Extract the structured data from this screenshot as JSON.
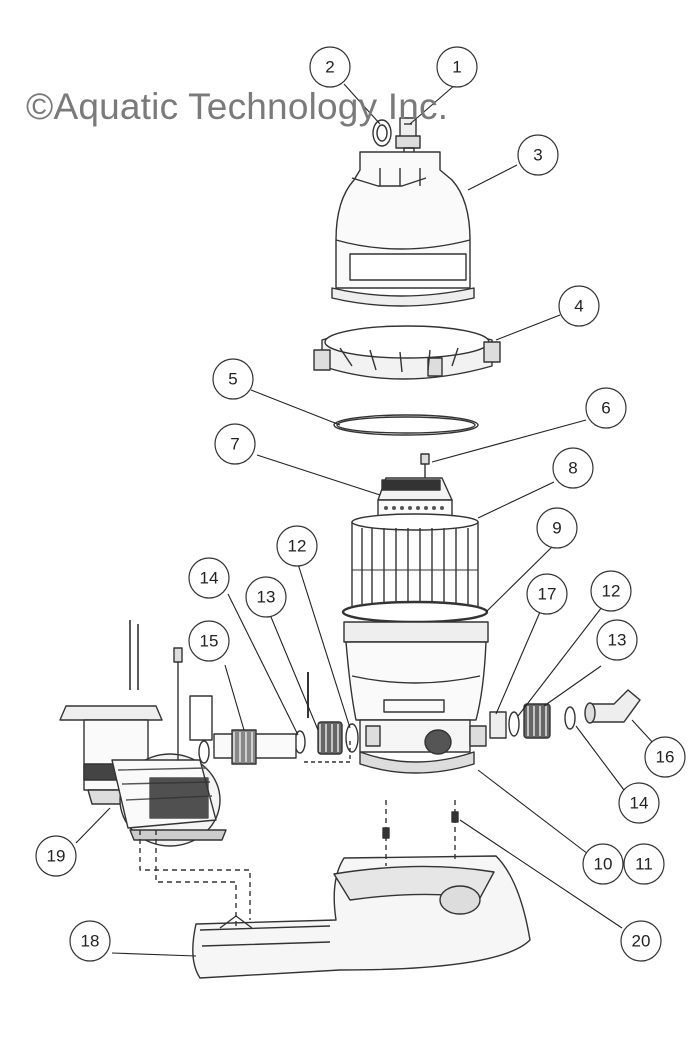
{
  "watermark": "©Aquatic Technology Inc.",
  "callouts": [
    {
      "id": "c1",
      "label": "1"
    },
    {
      "id": "c2",
      "label": "2"
    },
    {
      "id": "c3",
      "label": "3"
    },
    {
      "id": "c4",
      "label": "4"
    },
    {
      "id": "c5",
      "label": "5"
    },
    {
      "id": "c6",
      "label": "6"
    },
    {
      "id": "c7",
      "label": "7"
    },
    {
      "id": "c8",
      "label": "8"
    },
    {
      "id": "c9",
      "label": "9"
    },
    {
      "id": "c10",
      "label": "10"
    },
    {
      "id": "c11",
      "label": "11"
    },
    {
      "id": "c12a",
      "label": "12"
    },
    {
      "id": "c12b",
      "label": "12"
    },
    {
      "id": "c13a",
      "label": "13"
    },
    {
      "id": "c13b",
      "label": "13"
    },
    {
      "id": "c14a",
      "label": "14"
    },
    {
      "id": "c14b",
      "label": "14"
    },
    {
      "id": "c15",
      "label": "15"
    },
    {
      "id": "c16",
      "label": "16"
    },
    {
      "id": "c17",
      "label": "17"
    },
    {
      "id": "c18",
      "label": "18"
    },
    {
      "id": "c19",
      "label": "19"
    },
    {
      "id": "c20",
      "label": "20"
    }
  ]
}
